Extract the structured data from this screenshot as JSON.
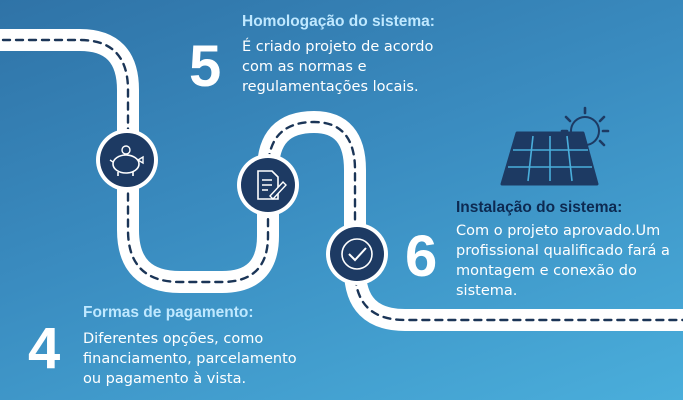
{
  "colors": {
    "road": "#ffffff",
    "dash": "#1b3557",
    "icon_circle": "#1d3a63",
    "title_light": "#bfe8ff",
    "title_dark": "#0d2a52",
    "panel": "#1d3a63"
  },
  "icons": {
    "step4": "piggy-bank-icon",
    "step5": "document-pen-icon",
    "step6": "check-circle-icon",
    "illustration": "solar-panel-sun-icon"
  },
  "steps": [
    {
      "number": "5",
      "title": "Homologação do sistema:",
      "lines": [
        "É criado projeto de acordo",
        "com as normas e",
        "regulamentações locais."
      ]
    },
    {
      "number": "6",
      "title": "Instalação do sistema:",
      "lines": [
        "Com o projeto aprovado.Um",
        "profissional qualificado fará a",
        "montagem e conexão do",
        "sistema."
      ]
    },
    {
      "number": "4",
      "title": "Formas de pagamento:",
      "lines": [
        "Diferentes opções, como",
        "financiamento, parcelamento",
        "ou pagamento à vista."
      ]
    }
  ]
}
